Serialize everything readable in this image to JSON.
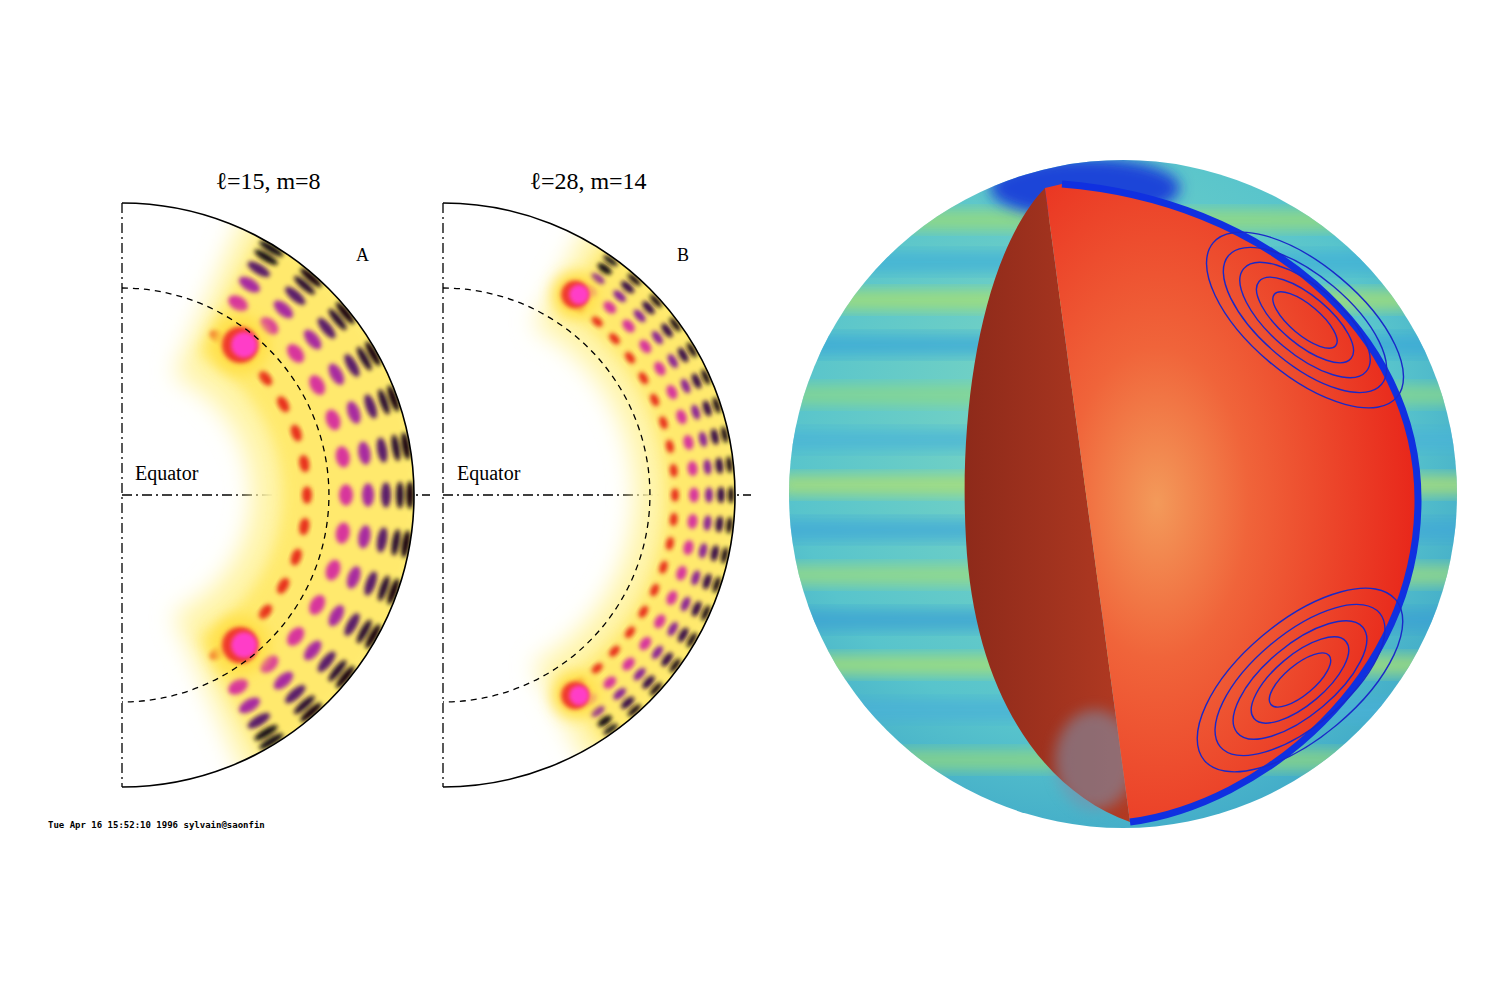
{
  "diagram": {
    "labels": [
      "ℓ=15, m=8",
      "A",
      "Equator",
      "ℓ=28, m=14",
      "B",
      "Equator",
      "Tue Apr 16 15:52:10 1996 sylvain@saonfin"
    ]
  }
}
